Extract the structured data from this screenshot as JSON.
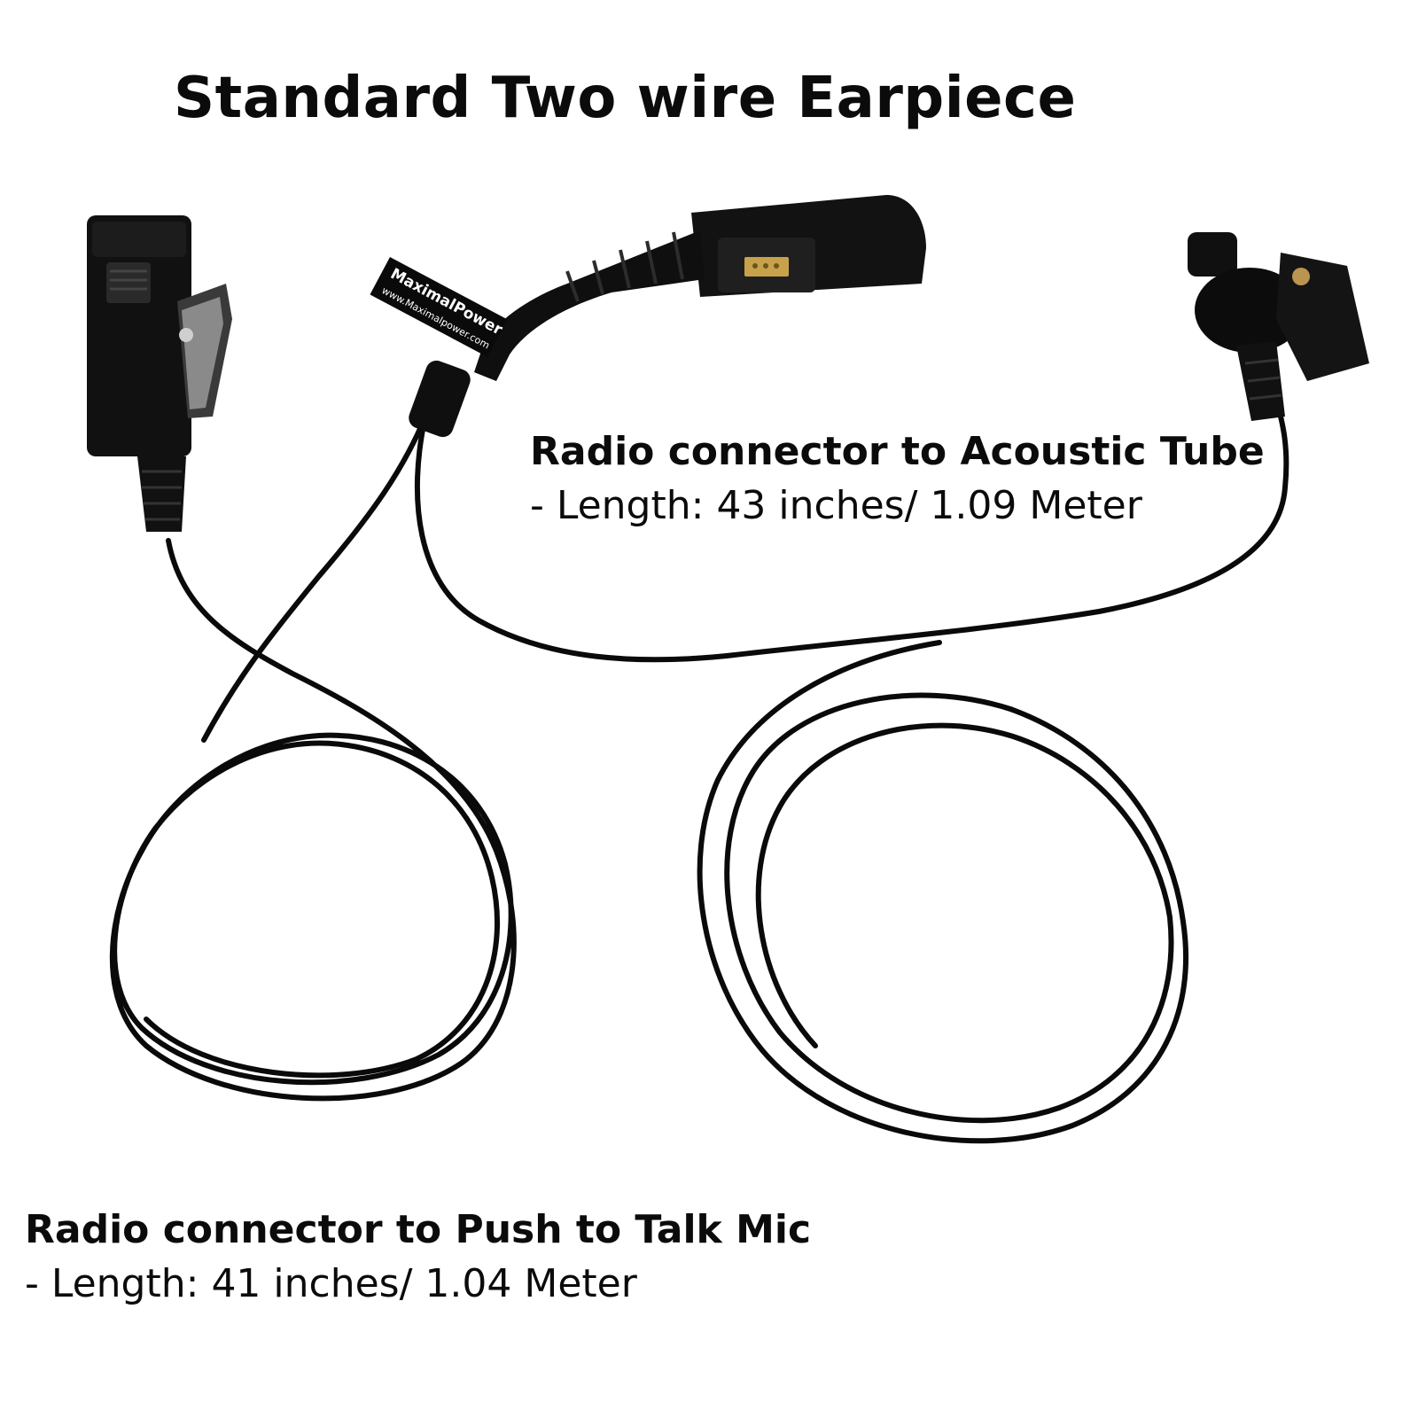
{
  "title": "Standard Two wire Earpiece",
  "labels": {
    "acoustic_tube": {
      "heading": "Radio connector to Acoustic Tube",
      "detail": "- Length: 43 inches/ 1.09 Meter"
    },
    "ptt_mic": {
      "heading": "Radio connector to Push to Talk Mic",
      "detail": "- Length: 41 inches/ 1.04 Meter"
    }
  },
  "brand_tag": {
    "name": "MaximalPower",
    "url": "www.Maximalpower.com"
  },
  "icons": {
    "radio_connector": "radio-connector-icon",
    "ptt_mic": "ptt-mic-icon",
    "acoustic_tube": "acoustic-tube-clip-icon"
  },
  "colors": {
    "background": "#ffffff",
    "cable": "#0a0a0a",
    "text": "#0b0b0b"
  }
}
